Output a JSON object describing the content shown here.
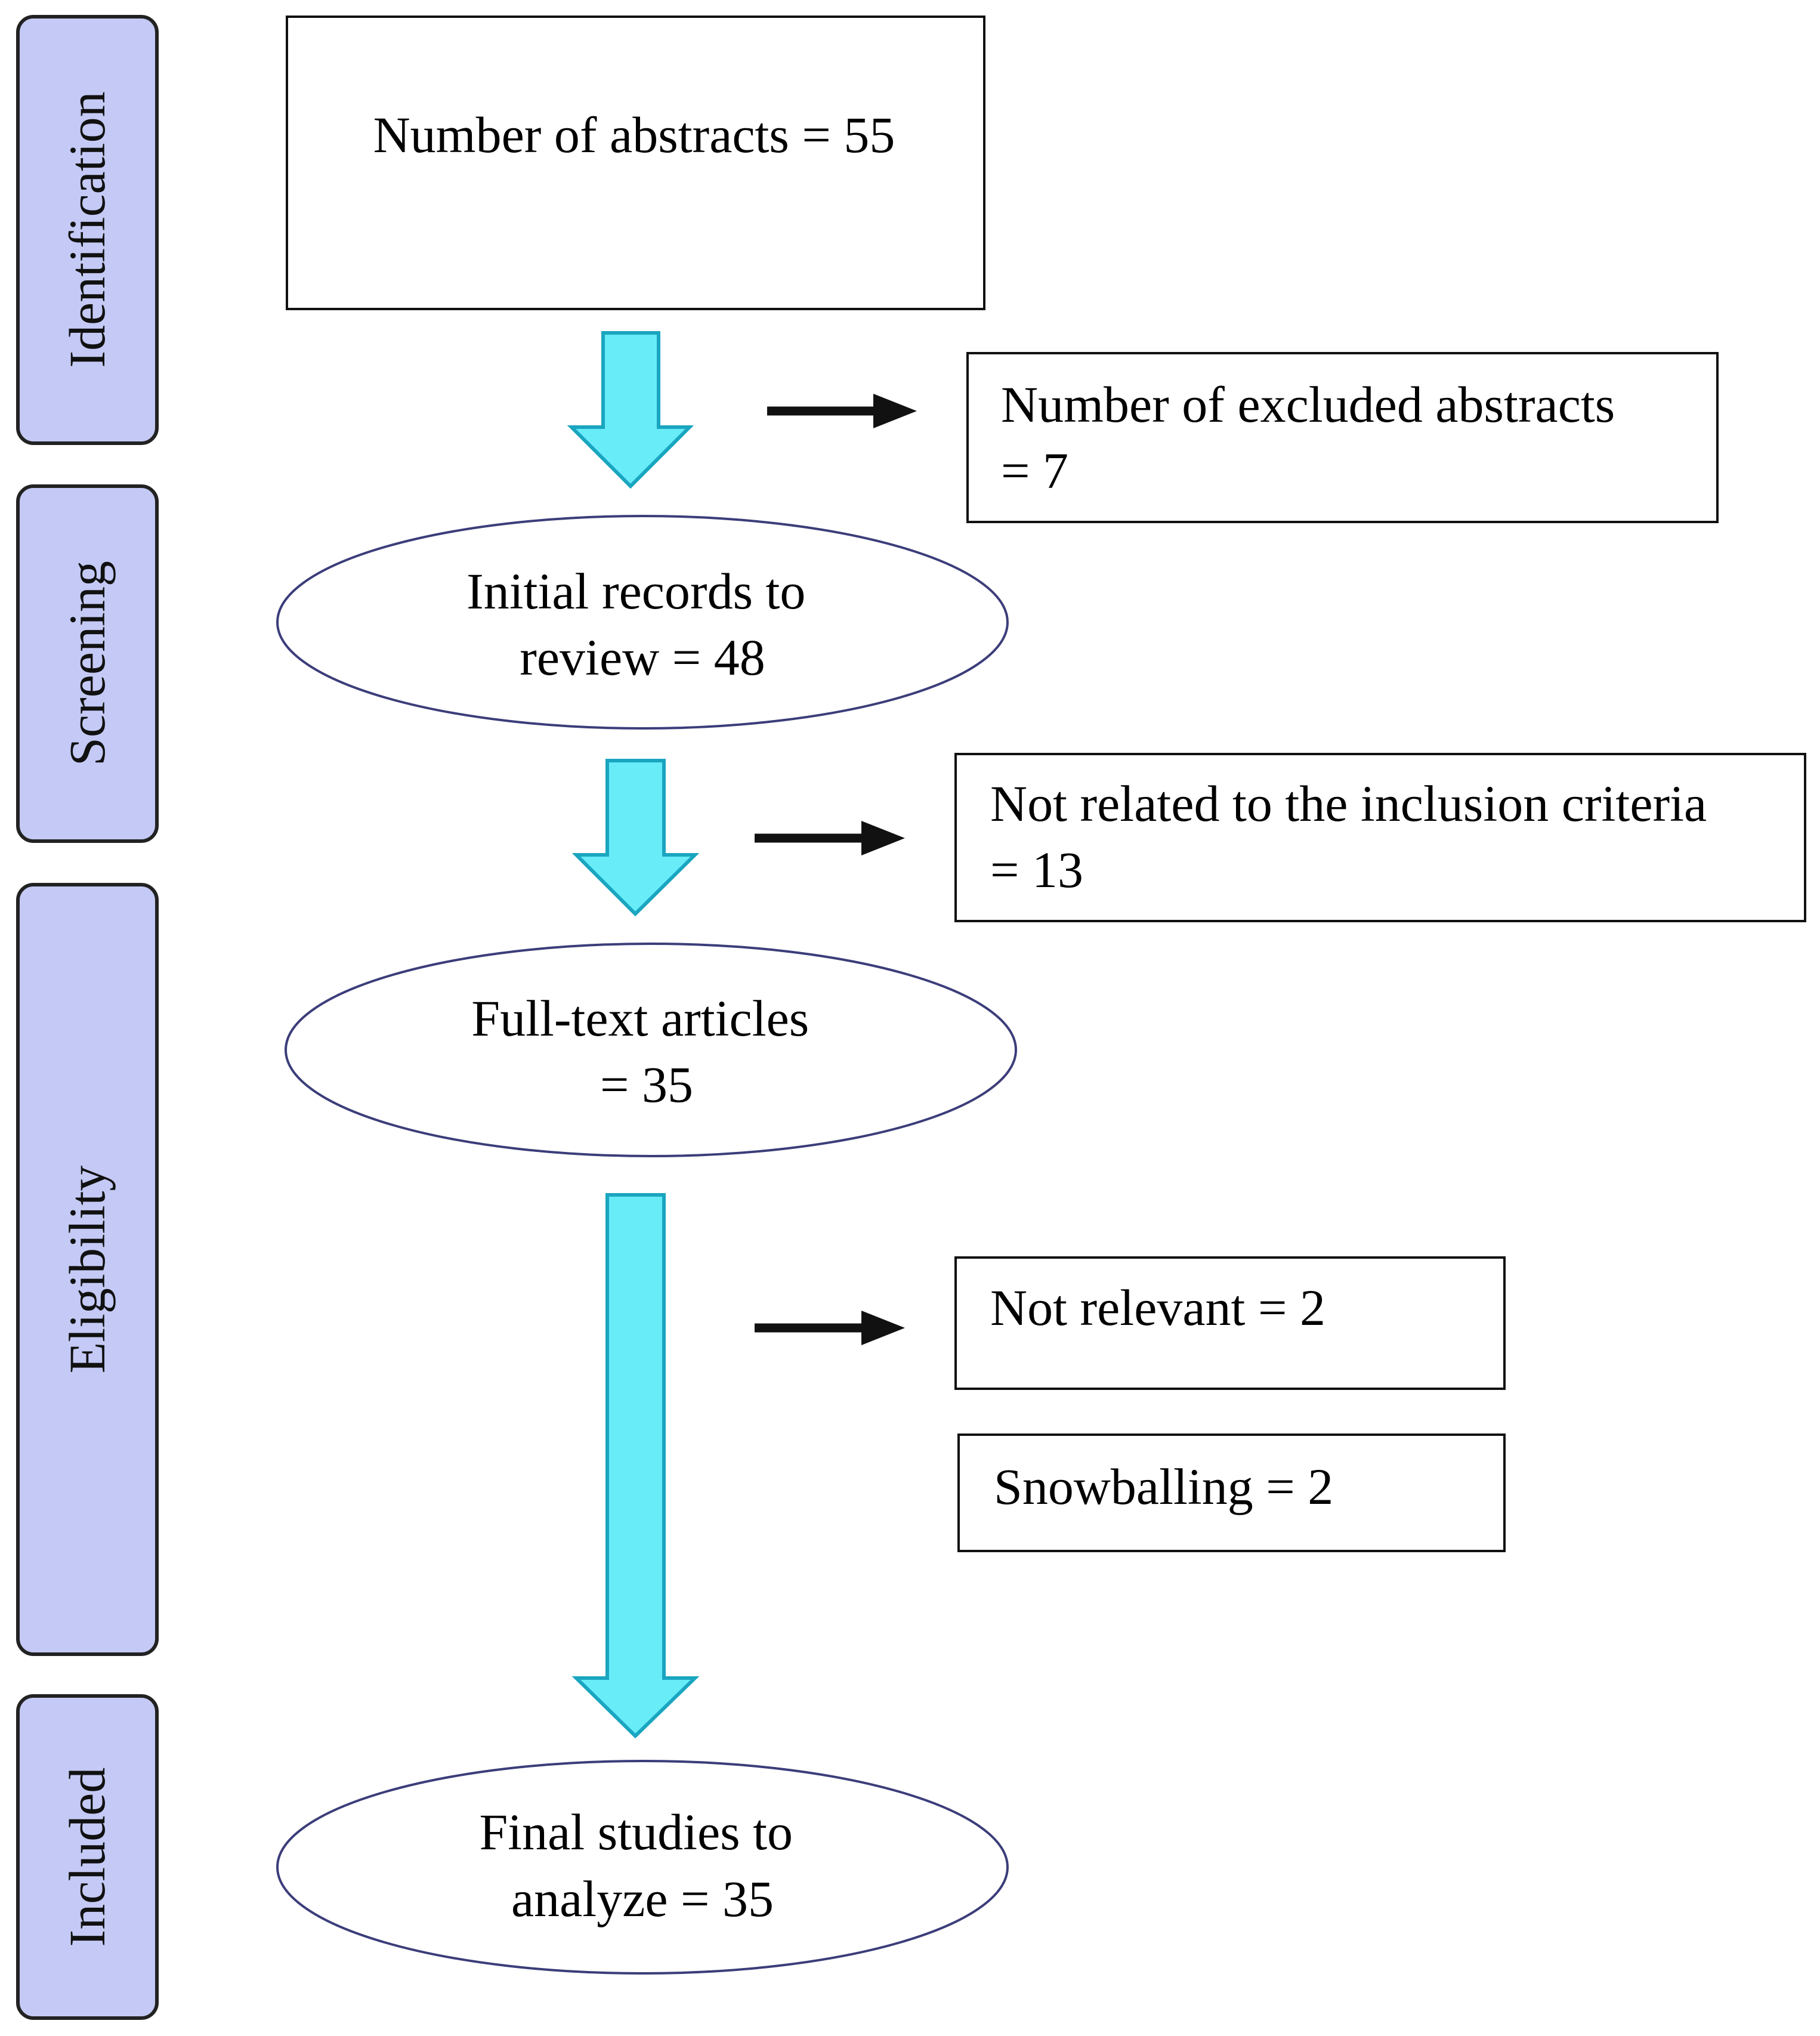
{
  "colors": {
    "phase_fill": "#c4caf5",
    "phase_stroke": "#222222",
    "flow_arrow_fill": "#67ecf8",
    "flow_arrow_stroke": "#1aa5c0",
    "side_arrow": "#111111",
    "ellipse_stroke": "#3c3d7a",
    "box_stroke": "#111111"
  },
  "phases": {
    "identification": "Identification",
    "screening": "Screening",
    "eligibility": "Eligibility",
    "included": "Included"
  },
  "nodes": {
    "abstracts": [
      "Number of abstracts = 55"
    ],
    "excluded": [
      "Number of excluded abstracts",
      "= 7"
    ],
    "initial": [
      "Initial records to",
      "review = 48"
    ],
    "not_related": [
      "Not related to the inclusion criteria",
      "= 13"
    ],
    "fulltext": [
      "Full-text articles",
      "= 35"
    ],
    "not_relevant": [
      "Not relevant = 2"
    ],
    "snowballing": [
      "Snowballing = 2"
    ],
    "final": [
      "Final studies to",
      "analyze = 35"
    ]
  }
}
